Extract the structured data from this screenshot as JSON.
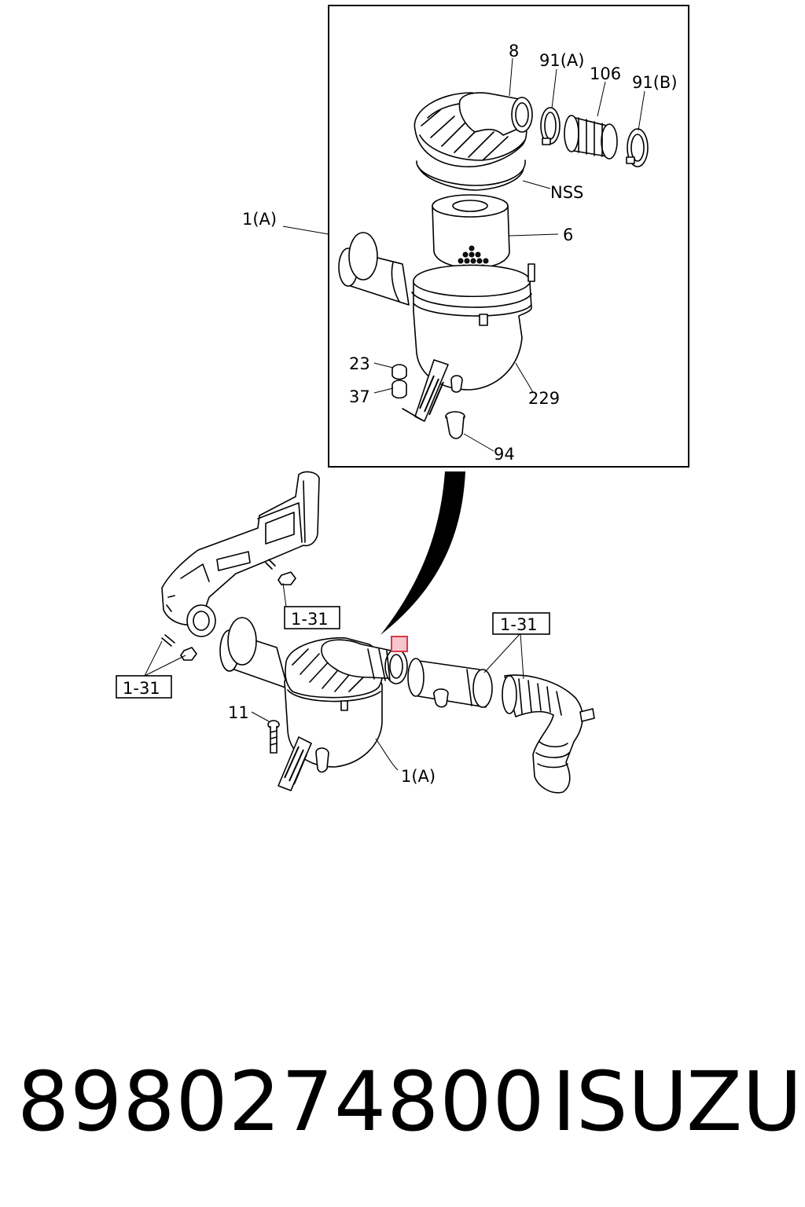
{
  "detail_labels": {
    "p8": "8",
    "p91a": "91(A)",
    "p106": "106",
    "p91b": "91(B)",
    "nss": "NSS",
    "p1a": "1(A)",
    "p6": "6",
    "p23": "23",
    "p37": "37",
    "p229": "229",
    "p94": "94"
  },
  "main_labels": {
    "p11": "11",
    "p1a": "1(A)"
  },
  "refs": {
    "r1": "1-31",
    "r2": "1-31",
    "r3": "1-31"
  },
  "footer": {
    "part_number": "8980274800",
    "brand": "ISUZU"
  },
  "colors": {
    "line": "#000000",
    "highlight": "#e0354a",
    "highlight_fill": "#f7c6cc"
  }
}
